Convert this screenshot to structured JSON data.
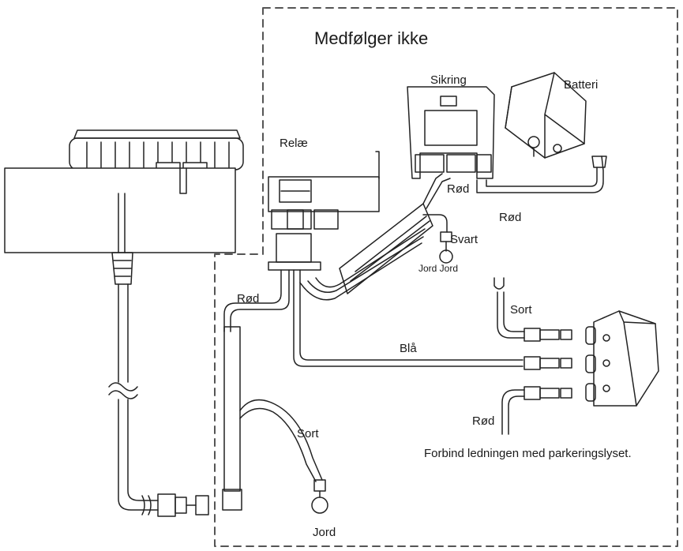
{
  "title": "Medfølger ikke",
  "labels": {
    "sikring": "Sikring",
    "batteri": "Batteri",
    "relae": "Relæ",
    "rod_fuse": "Rød",
    "rod_battery": "Rød",
    "svart": "Svart",
    "jord_jord": "Jord Jord",
    "rod_left": "Rød",
    "sort_top": "Sort",
    "bla": "Blå",
    "sort_mid": "Sort",
    "rod_bottom": "Rød",
    "jord_bottom": "Jord",
    "note": "Forbind ledningen med parkeringslyset."
  },
  "colors": {
    "line": "#222222",
    "dash": "#555555",
    "background": "#ffffff"
  }
}
